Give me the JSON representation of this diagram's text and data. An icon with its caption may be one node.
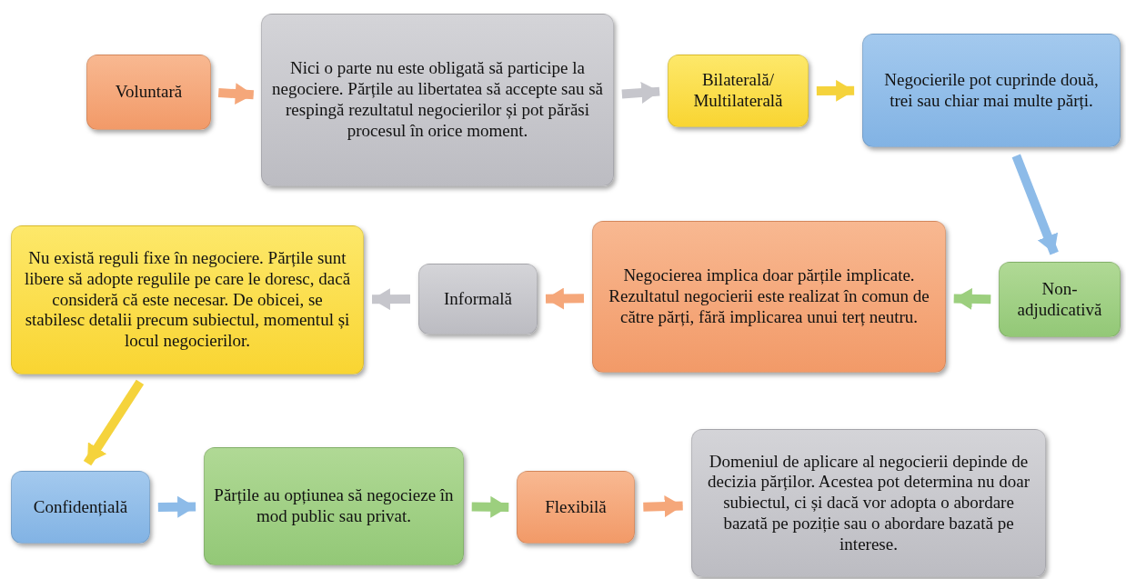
{
  "diagram": {
    "nodes": [
      {
        "text": [
          "Voluntară"
        ]
      },
      {
        "text": [
          "Nici o parte nu este obligată să participe la negociere. Părțile au libertatea să accepte sau să respingă rezultatul negocierilor și pot părăsi procesul în orice moment."
        ]
      },
      {
        "text": [
          "Bilaterală/ Multilaterală"
        ]
      },
      {
        "text": [
          "Negocierile pot cuprinde două, trei sau chiar mai multe părți."
        ]
      },
      {
        "text": [
          "Non-adjudicativă"
        ]
      },
      {
        "text": [
          "Negocierea implica doar părțile implicate. Rezultatul negocierii este realizat în comun de către părți, fără implicarea unui terț neutru."
        ]
      },
      {
        "text": [
          "Informală"
        ]
      },
      {
        "text": [
          "Nu există reguli fixe în negociere. Părțile sunt libere să adopte regulile pe care le doresc, dacă consideră că este necesar. De obicei, se stabilesc detalii precum subiectul, momentul și locul negocierilor."
        ]
      },
      {
        "text": [
          "Confidențială"
        ]
      },
      {
        "text": [
          "Părțile au opțiunea să negocieze în mod public sau privat."
        ]
      },
      {
        "text": [
          "Flexibilă"
        ]
      },
      {
        "text": [
          "Domeniul de aplicare al negocierii depinde de decizia părților. Acestea pot determina nu doar subiectul, ci și dacă vor adopta o abordare bazată pe poziție sau o abordare bazată pe interese."
        ]
      }
    ],
    "edges": [
      {
        "from": 0,
        "to": 1,
        "arrow": "to",
        "color": "#f5a77a"
      },
      {
        "from": 1,
        "to": 2,
        "arrow": "to",
        "color": "#c6c6cc"
      },
      {
        "from": 2,
        "to": 3,
        "arrow": "to",
        "color": "#f5d33c"
      },
      {
        "from": 3,
        "to": 4,
        "arrow": "to",
        "color": "#8dbbe8"
      },
      {
        "from": 4,
        "to": 5,
        "arrow": "to",
        "color": "#9ccf7e"
      },
      {
        "from": 5,
        "to": 6,
        "arrow": "to",
        "color": "#f5a77a"
      },
      {
        "from": 6,
        "to": 7,
        "arrow": "to",
        "color": "#c6c6cc"
      },
      {
        "from": 7,
        "to": 8,
        "arrow": "to",
        "color": "#f5d33c"
      },
      {
        "from": 8,
        "to": 9,
        "arrow": "to",
        "color": "#8dbbe8"
      },
      {
        "from": 9,
        "to": 10,
        "arrow": "to",
        "color": "#9ccf7e"
      },
      {
        "from": 10,
        "to": 11,
        "arrow": "to",
        "color": "#f5a77a"
      }
    ]
  }
}
